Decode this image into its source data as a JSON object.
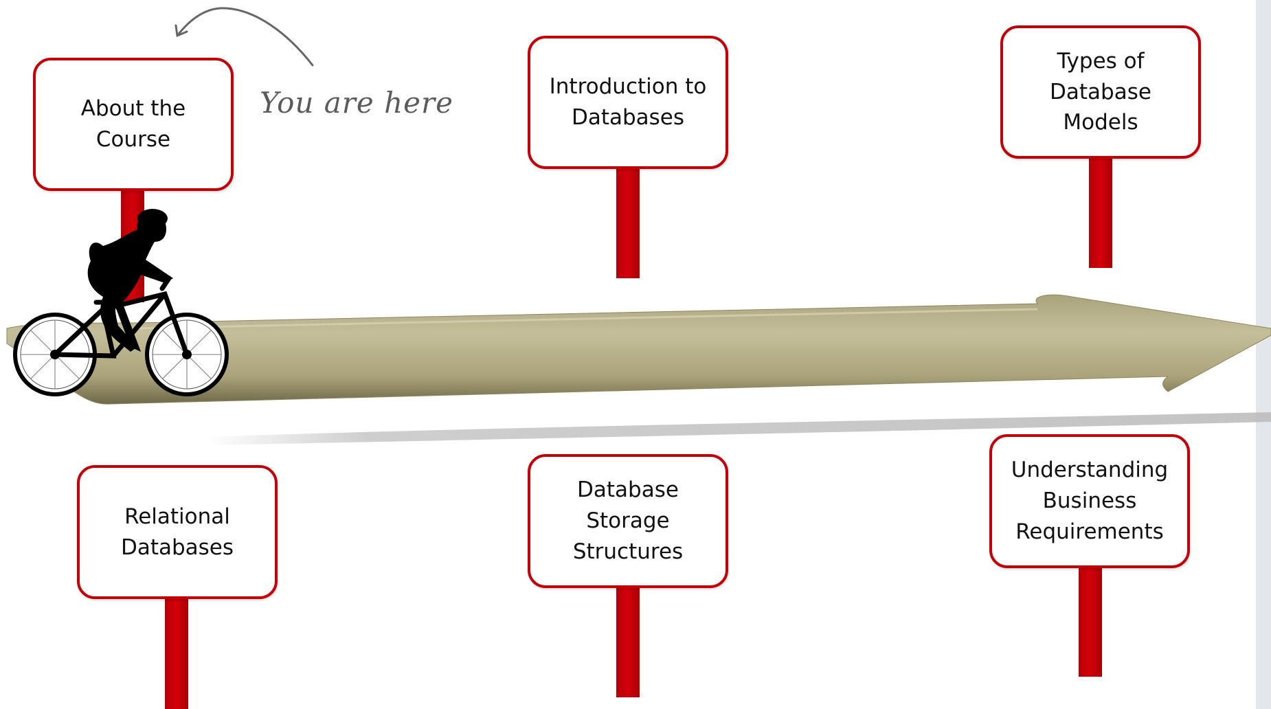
{
  "signs": [
    {
      "label": "About the\nCourse"
    },
    {
      "label": "Introduction to\nDatabases"
    },
    {
      "label": "Types of\nDatabase\nModels"
    },
    {
      "label": "Relational\nDatabases"
    },
    {
      "label": "Database\nStorage\nStructures"
    },
    {
      "label": "Understanding\nBusiness\nRequirements"
    }
  ],
  "annotation": {
    "text": "You are here"
  },
  "colors": {
    "sign_border": "#c10008",
    "post": "#c10008",
    "road": "#b7b189",
    "road_edge": "#8c8661",
    "cyclist": "#000000",
    "side_strip": "#e3e6ea"
  },
  "icons": {
    "cyclist": "cyclist-icon",
    "pointer_arrow": "curved-arrow-icon"
  }
}
